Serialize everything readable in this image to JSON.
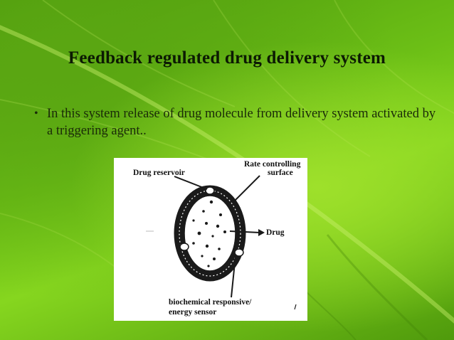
{
  "slide": {
    "title": "Feedback regulated drug delivery system",
    "bullet": {
      "marker": "•",
      "text": "In this system release of drug molecule from delivery system activated by a triggering agent.."
    },
    "figure": {
      "label_drug_reservoir": "Drug reservoir",
      "label_rate_controlling_line1": "Rate controlling",
      "label_rate_controlling_line2": "surface",
      "label_drug": "Drug",
      "label_sensor_line1": "biochemical responsive/",
      "label_sensor_line2": "energy sensor"
    }
  },
  "colors": {
    "leaf_light": "#9ee02b",
    "leaf_dark": "#4d9a0d",
    "title_text": "#0c1a03",
    "figure_background": "#ffffff",
    "membrane": "#1a1a1a"
  }
}
